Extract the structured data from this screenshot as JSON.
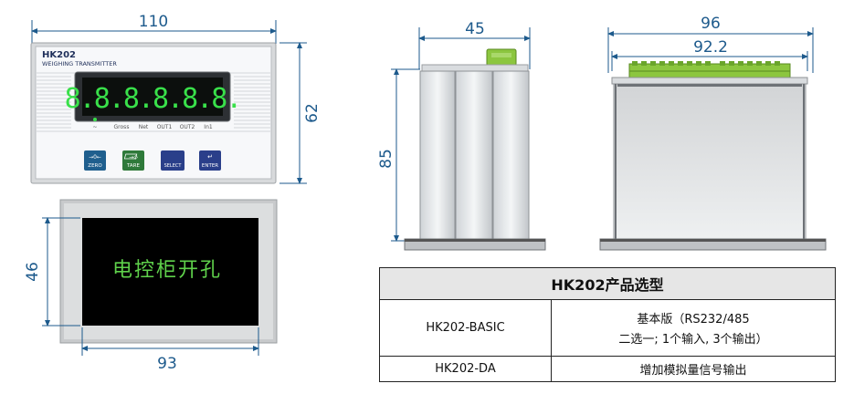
{
  "dims": {
    "front_width": "110",
    "front_height": "62",
    "cutout_height": "46",
    "cutout_width": "93",
    "side_width": "45",
    "side_height": "85",
    "top_width": "96",
    "top_inner_width": "92.2"
  },
  "panel": {
    "model": "HK202",
    "subtitle": "WEIGHING TRANSMITTER",
    "display": "8.8.8.8.8.8.",
    "indicators": [
      "~",
      "Gross",
      "Net",
      "OUT1",
      "OUT2",
      "In1"
    ],
    "buttons": [
      {
        "label": "ZERO",
        "icon": "zero-icon",
        "color": "#1f5f8e"
      },
      {
        "label": "TARE",
        "icon": "tare-icon",
        "color": "#2f7a3a"
      },
      {
        "label": "SELECT",
        "icon": "select-icon",
        "color": "#2a3f8a"
      },
      {
        "label": "ENTER",
        "icon": "enter-icon",
        "color": "#2a3f8a"
      }
    ],
    "display_color": "#39e04a"
  },
  "cutout": {
    "label": "电控柜开孔"
  },
  "table": {
    "title": "HK202产品选型",
    "rows": [
      {
        "model": "HK202-BASIC",
        "desc_line1": "基本版（RS232/485",
        "desc_line2": "二选一; 1个输入, 3个输出）"
      },
      {
        "model": "HK202-DA",
        "desc_line1": "增加模拟量信号输出",
        "desc_line2": ""
      }
    ]
  }
}
